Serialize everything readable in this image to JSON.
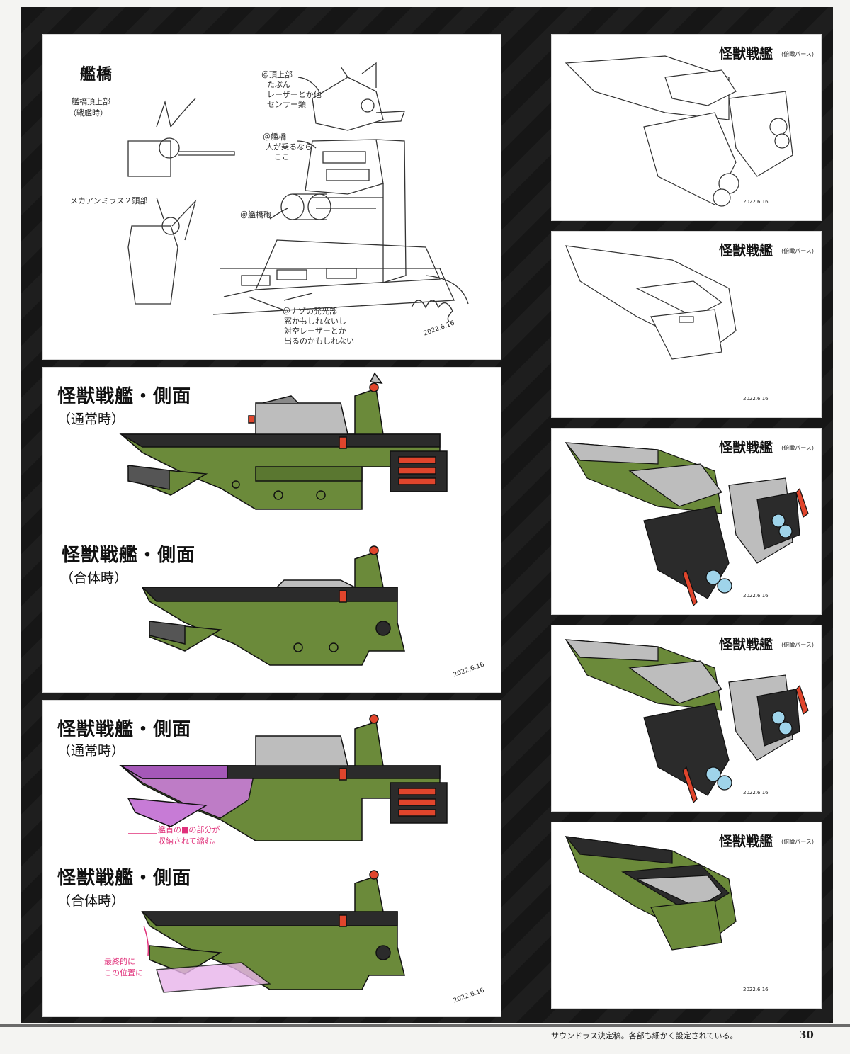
{
  "panel_bridge": {
    "title": "艦橋",
    "label_top_of_bridge": "艦橋頂上部",
    "label_top_of_bridge_2": "（戦艦時）",
    "label_mecha_head": "メカアンミラス２頭部",
    "note_top": "＠頂上部",
    "note_top_2": "たぶん",
    "note_top_3": "レーザーとか他",
    "note_top_4": "センサー類",
    "note_bridge": "＠艦橋",
    "note_bridge_2": "人が乗るなら",
    "note_bridge_3": "ここ",
    "note_cannon": "＠艦橋砲",
    "note_light": "＠ナゾの発光部",
    "note_light_2": "窓かもしれないし",
    "note_light_3": "対空レーザーとか",
    "note_light_4": "出るのかもしれない",
    "signature_date": "2022.6.16"
  },
  "panel_side_a": {
    "title_1": "怪獣戦艦・側面",
    "sub_1": "（通常時）",
    "title_2": "怪獣戦艦・側面",
    "sub_2": "（合体時）",
    "signature_date": "2022.6.16"
  },
  "panel_side_b": {
    "title_1": "怪獣戦艦・側面",
    "sub_1": "（通常時）",
    "title_2": "怪獣戦艦・側面",
    "sub_2": "（合体時）",
    "pink_note_1": "艦首の■の部分が",
    "pink_note_2": "収納されて縮む。",
    "pink_note_3": "最終的に",
    "pink_note_4": "この位置に",
    "signature_date": "2022.6.16"
  },
  "right_panels": [
    {
      "title": "怪獣戦艦",
      "tag": "(俯瞰パース)",
      "signature_date": "2022.6.16"
    },
    {
      "title": "怪獣戦艦",
      "tag": "(俯瞰パース)",
      "signature_date": "2022.6.16"
    },
    {
      "title": "怪獣戦艦",
      "tag": "(俯瞰パース)",
      "signature_date": "2022.6.16"
    },
    {
      "title": "怪獣戦艦",
      "tag": "(俯瞰パース)",
      "signature_date": "2022.6.16"
    },
    {
      "title": "怪獣戦艦",
      "tag": "(俯瞰パース)",
      "signature_date": "2022.6.16"
    }
  ],
  "caption": "サウンドラス決定稿。各部も細かく設定されている。",
  "page_number": "30",
  "colors": {
    "hull_green": "#6b8a3a",
    "dark_deck": "#2b2b2b",
    "grey_parts": "#bdbdbd",
    "accent_red": "#e0452c",
    "pink_overlay": "#c77bd6"
  }
}
